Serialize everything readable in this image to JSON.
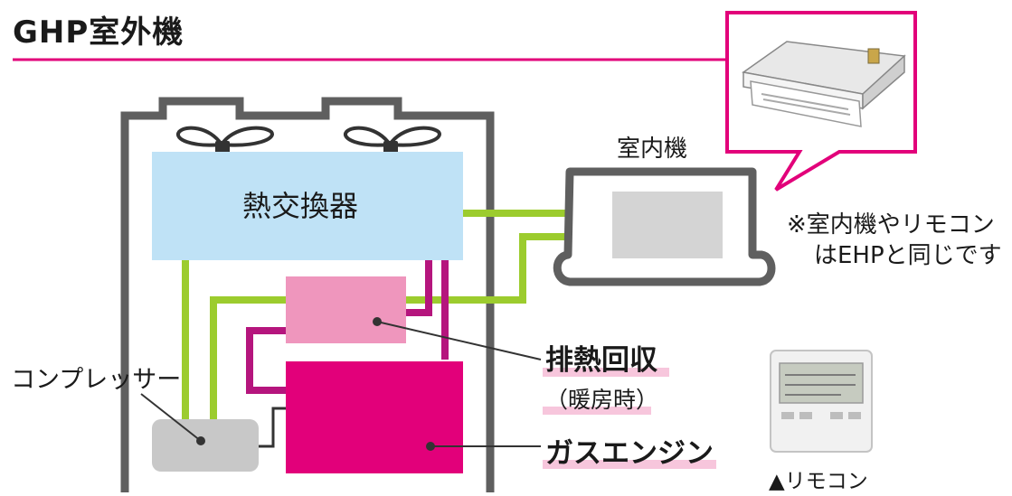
{
  "title": "GHP室外機",
  "labels": {
    "indoor_unit": "室内機",
    "heat_exchanger": "熱交換器",
    "note_line1": "※室内機やリモコン",
    "note_line2": "はEHPと同じです",
    "compressor": "コンプレッサー",
    "heat_recovery": "排熱回収",
    "heating_time": "（暖房時）",
    "gas_engine": "ガスエンジン",
    "remote": "▲リモコン"
  },
  "colors": {
    "brand_magenta": "#e2007a",
    "pipe_green": "#9ccc2e",
    "pipe_purple": "#b5157d",
    "heat_exchanger_fill": "#bfe2f6",
    "recovery_fill": "#ef96bd",
    "compressor_fill": "#c8c8c8",
    "outline_gray": "#5f5f5f",
    "highlight_pink": "#f7c6dc"
  },
  "icons": {
    "fan": "fan-icon",
    "ceiling_unit": "ceiling-cassette-ac-icon",
    "remote": "remote-controller-icon"
  }
}
